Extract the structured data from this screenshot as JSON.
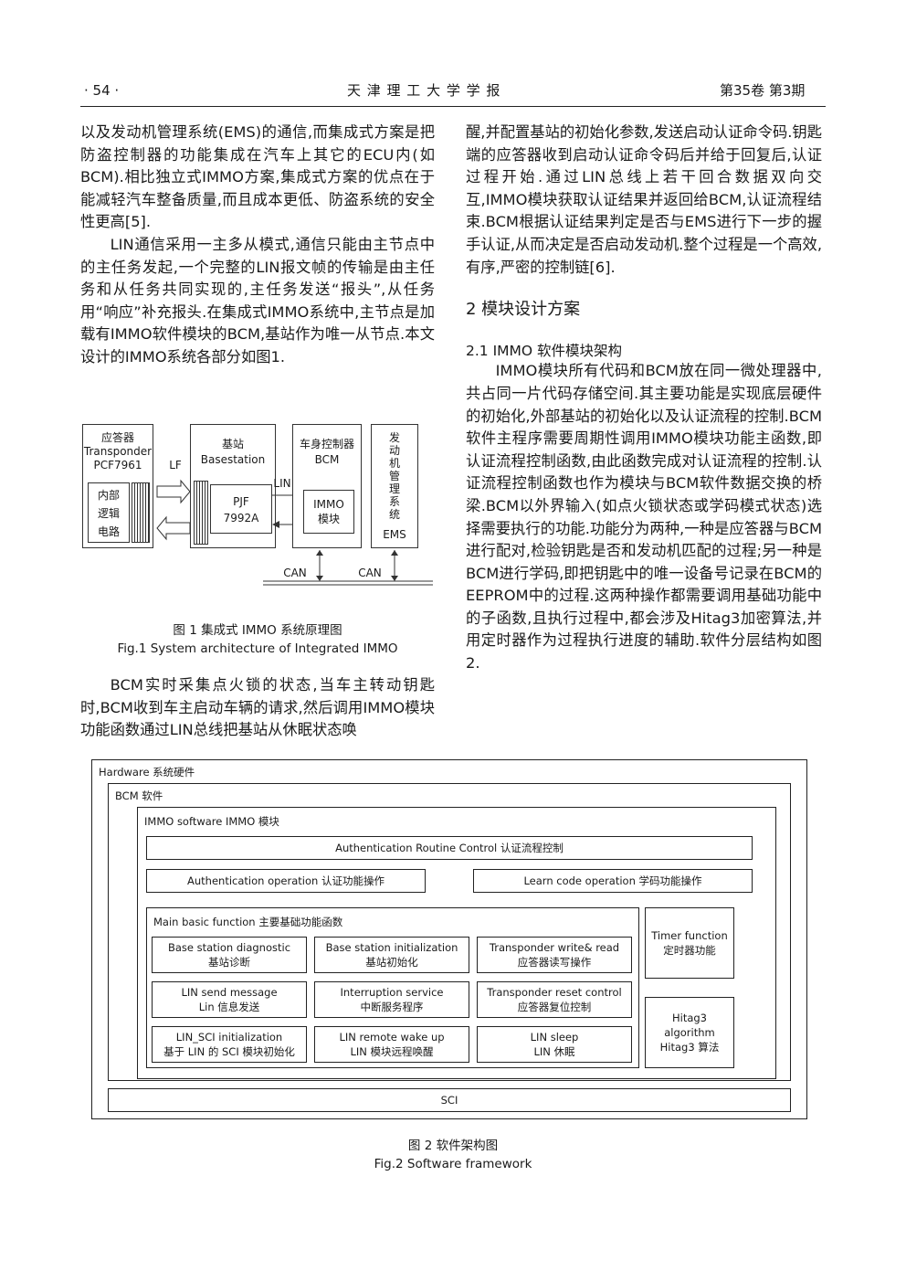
{
  "header": {
    "page_number": "· 54 ·",
    "journal": "天 津 理 工 大 学 学 报",
    "volume": "第35卷  第3期"
  },
  "left_col": {
    "p1": "以及发动机管理系统(EMS)的通信,而集成式方案是把防盗控制器的功能集成在汽车上其它的ECU内(如BCM).相比独立式IMMO方案,集成式方案的优点在于能减轻汽车整备质量,而且成本更低、防盗系统的安全性更高[5].",
    "p2": "LIN通信采用一主多从模式,通信只能由主节点中的主任务发起,一个完整的LIN报文帧的传输是由主任务和从任务共同实现的,主任务发送“报头”,从任务用“响应”补充报头.在集成式IMMO系统中,主节点是加载有IMMO软件模块的BCM,基站作为唯一从节点.本文设计的IMMO系统各部分如图1.",
    "p3": "BCM实时采集点火锁的状态,当车主转动钥匙时,BCM收到车主启动车辆的请求,然后调用IMMO模块功能函数通过LIN总线把基站从休眠状态唤"
  },
  "right_col": {
    "p1": "醒,并配置基站的初始化参数,发送启动认证命令码.钥匙端的应答器收到启动认证命令码后并给于回复后,认证过程开始.通过LIN总线上若干回合数据双向交互,IMMO模块获取认证结果并返回给BCM,认证流程结束.BCM根据认证结果判定是否与EMS进行下一步的握手认证,从而决定是否启动发动机.整个过程是一个高效,有序,严密的控制链[6].",
    "sec2": "2  模块设计方案",
    "sec21": "2.1   IMMO 软件模块架构",
    "p2": "IMMO模块所有代码和BCM放在同一微处理器中,共占同一片代码存储空间.其主要功能是实现底层硬件的初始化,外部基站的初始化以及认证流程的控制.BCM软件主程序需要周期性调用IMMO模块功能主函数,即认证流程控制函数,由此函数完成对认证流程的控制.认证流程控制函数也作为模块与BCM软件数据交换的桥梁.BCM以外界输入(如点火锁状态或学码模式状态)选择需要执行的功能.功能分为两种,一种是应答器与BCM进行配对,检验钥匙是否和发动机匹配的过程;另一种是BCM进行学码,即把钥匙中的唯一设备号记录在BCM的EEPROM中的过程.这两种操作都需要调用基础功能中的子函数,且执行过程中,都会涉及Hitag3加密算法,并用定时器作为过程执行进度的辅助.软件分层结构如图2."
  },
  "fig1": {
    "transponder": [
      "应答器",
      "Transponder",
      "PCF7961"
    ],
    "logic": [
      "内部",
      "逻辑",
      "电路"
    ],
    "lf": "LF",
    "basestation": [
      "基站",
      "Basestation"
    ],
    "pjf": [
      "PJF",
      "7992A"
    ],
    "lin": "LIN",
    "bcm": [
      "车身控制器",
      "BCM"
    ],
    "immo": [
      "IMMO",
      "模块"
    ],
    "ems_cn": [
      "发",
      "动",
      "机",
      "管",
      "理",
      "系",
      "统"
    ],
    "ems": "EMS",
    "can1": "CAN",
    "can2": "CAN",
    "caption_cn": "图 1   集成式 IMMO 系统原理图",
    "caption_en": "Fig.1   System architecture of Integrated IMMO"
  },
  "fig2": {
    "hardware": "Hardware 系统硬件",
    "bcm_sw": "BCM 软件",
    "immo_sw": "IMMO software IMMO 模块",
    "auth_routine": "Authentication Routine Control 认证流程控制",
    "auth_op": "Authentication operation 认证功能操作",
    "learn_op": "Learn code operation 学码功能操作",
    "main_basic": "Main basic function 主要基础功能函数",
    "cells": [
      [
        "Base station diagnostic",
        "基站诊断"
      ],
      [
        "Base station initialization",
        "基站初始化"
      ],
      [
        "Transponder write& read",
        "应答器读写操作"
      ],
      [
        "LIN send message",
        "Lin 信息发送"
      ],
      [
        "Interruption service",
        "中断服务程序"
      ],
      [
        "Transponder reset control",
        "应答器复位控制"
      ],
      [
        "LIN_SCI initialization",
        "基于 LIN 的 SCI 模块初始化"
      ],
      [
        "LIN remote wake up",
        "LIN 模块远程唤醒"
      ],
      [
        "LIN sleep",
        "LIN 休眠"
      ]
    ],
    "timer": [
      "Timer function",
      "定时器功能"
    ],
    "hitag": [
      "Hitag3 algorithm",
      "Hitag3 算法"
    ],
    "sci": "SCI",
    "caption_cn": "图 2   软件架构图",
    "caption_en": "Fig.2   Software framework"
  }
}
